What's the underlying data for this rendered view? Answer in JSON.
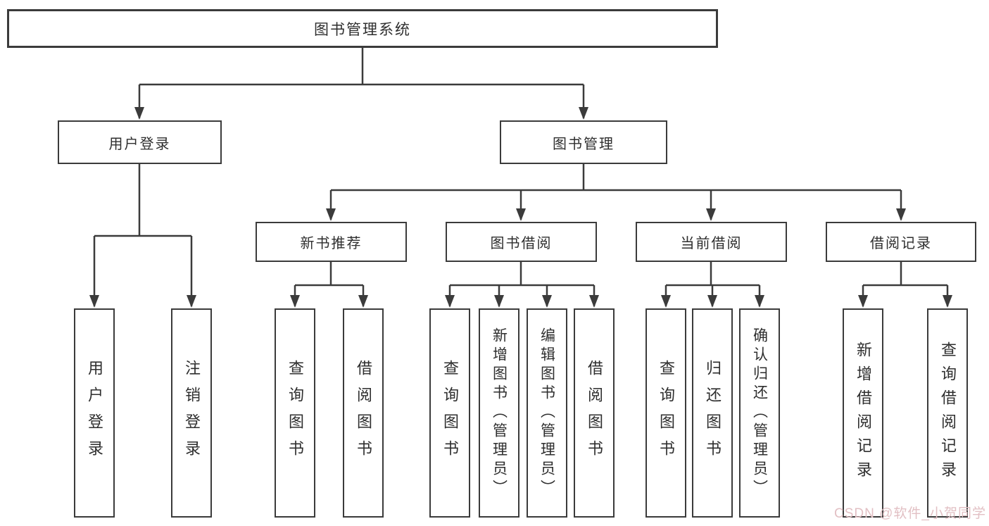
{
  "diagram": {
    "root": {
      "label": "图书管理系统"
    },
    "branches": [
      {
        "label": "用户登录",
        "children": [
          {
            "label": "用户登录"
          },
          {
            "label": "注销登录"
          }
        ]
      },
      {
        "label": "图书管理",
        "children": [
          {
            "label": "新书推荐",
            "children": [
              {
                "label": "查询图书"
              },
              {
                "label": "借阅图书"
              }
            ]
          },
          {
            "label": "图书借阅",
            "children": [
              {
                "label": "查询图书"
              },
              {
                "label": "新增图书（管理员）"
              },
              {
                "label": "编辑图书（管理员）"
              },
              {
                "label": "借阅图书"
              }
            ]
          },
          {
            "label": "当前借阅",
            "children": [
              {
                "label": "查询图书"
              },
              {
                "label": "归还图书"
              },
              {
                "label": "确认归还（管理员）"
              }
            ]
          },
          {
            "label": "借阅记录",
            "children": [
              {
                "label": "新增借阅记录"
              },
              {
                "label": "查询借阅记录"
              }
            ]
          }
        ]
      }
    ]
  },
  "watermark": {
    "text": "CSDN @软件_小贺同学",
    "color": "#e2c0c4"
  },
  "colors": {
    "line": "#3b3b3b",
    "box_border": "#3b3b3b",
    "text": "#2e2e2e",
    "background": "#ffffff"
  }
}
